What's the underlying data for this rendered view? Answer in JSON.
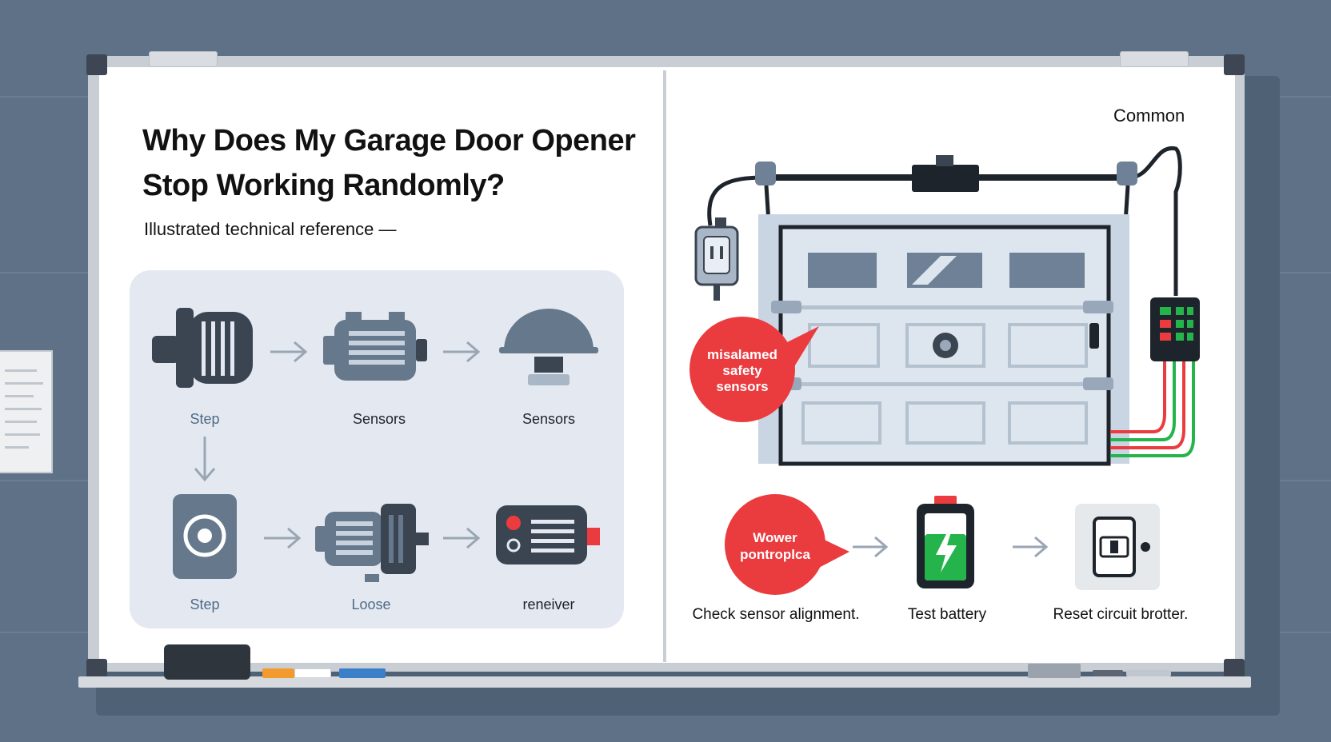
{
  "title_line1": "Why Does My Garage Door Opener",
  "title_line2": "Stop Working Randomly?",
  "subtitle": "Illustrated technical reference —",
  "flow": {
    "row1": [
      "Step",
      "Sensors",
      "Sensors"
    ],
    "row2": [
      "Step",
      "Loose",
      "reneiver"
    ]
  },
  "right": {
    "corner_label": "Common",
    "callout_sensor_lines": [
      "misalamed",
      "safety",
      "sensors"
    ],
    "callout_power_lines": [
      "Wower",
      "pontroplca"
    ],
    "steps": [
      "Check sensor alignment.",
      "Test battery",
      "Reset circuit brotter."
    ]
  },
  "colors": {
    "accent_red": "#ea3c3f",
    "icon_dark": "#3b4552",
    "icon_mid": "#66788c",
    "panel_bg": "#e4e9f1",
    "battery_green": "#25b34b"
  },
  "icons": [
    "motor-icon",
    "sensor-motor-icon",
    "dome-sensor-icon",
    "wall-control-icon",
    "gear-motor-icon",
    "receiver-icon",
    "garage-door-icon",
    "outlet-plug-icon",
    "control-board-icon",
    "battery-icon",
    "circuit-breaker-icon"
  ]
}
